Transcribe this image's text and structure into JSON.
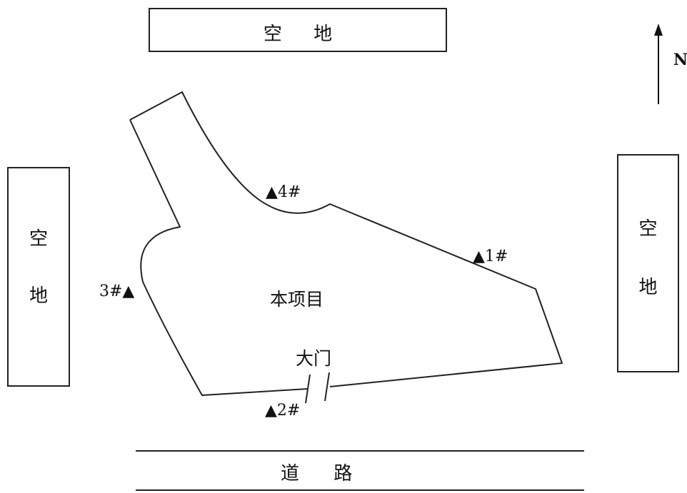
{
  "labels": {
    "north_empty_lot": "空 地",
    "west_empty_lot_1": "空",
    "west_empty_lot_2": "地",
    "east_empty_lot_1": "空",
    "east_empty_lot_2": "地",
    "project": "本项目",
    "gate": "大门",
    "road": "道 路",
    "north_arrow": "N"
  },
  "monitoring_points": {
    "p1": "▲1#",
    "p2": "▲2#",
    "p3": "3#▲",
    "p4": "▲4#"
  }
}
